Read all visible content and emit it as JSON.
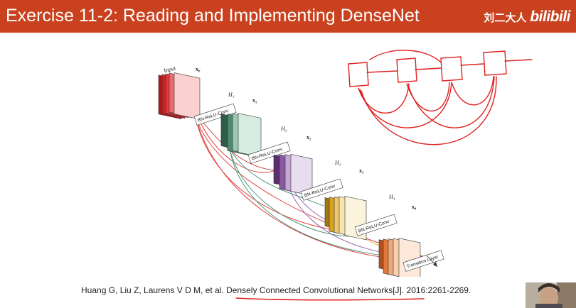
{
  "header": {
    "title": "Exercise 11-2: Reading and Implementing DenseNet",
    "background": "#c9411e"
  },
  "watermark": {
    "author": "刘二大人",
    "logo": "bilibili"
  },
  "figure": {
    "input_label": "Input",
    "x0": "x₀",
    "x1": "x₁",
    "x2": "x₂",
    "x3": "x₃",
    "x4": "x₄",
    "h1": "H₁",
    "h2": "H₂",
    "h3": "H₃",
    "h4": "H₄",
    "conv1": "BN-ReLU-Conv",
    "conv2": "BN-ReLU-Conv",
    "conv3": "BN-ReLU-Conv",
    "conv4": "BN-ReLU-Conv",
    "transition": "Transition Layer",
    "block_colors": [
      "#e03a3a",
      "#3f7a5e",
      "#8a5aa0",
      "#d8a21a",
      "#e0793a"
    ]
  },
  "citation": {
    "text": "Huang G, Liu Z, Laurens V D M, et al. Densely Connected Convolutional Networks[J]. 2016:2261-2269."
  },
  "annotation": {
    "ink_color": "#e02020"
  }
}
